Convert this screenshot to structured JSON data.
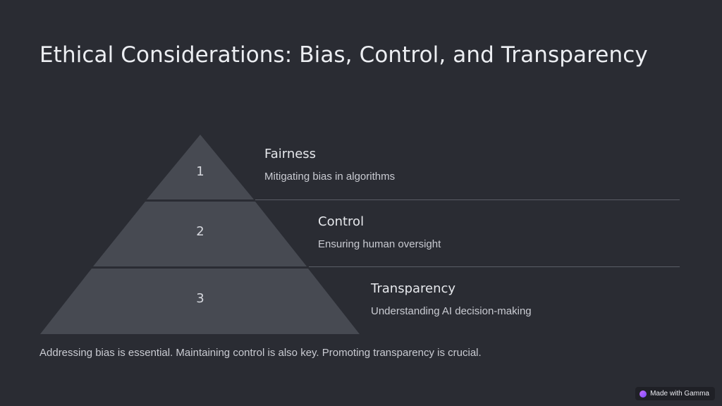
{
  "slide": {
    "title": "Ethical Considerations: Bias, Control, and Transparency",
    "tiers": [
      {
        "number": "1",
        "heading": "Fairness",
        "description": "Mitigating bias in algorithms"
      },
      {
        "number": "2",
        "heading": "Control",
        "description": "Ensuring human oversight"
      },
      {
        "number": "3",
        "heading": "Transparency",
        "description": "Understanding AI decision-making"
      }
    ],
    "summary": "Addressing bias is essential. Maintaining control is also key. Promoting transparency is crucial.",
    "colors": {
      "background": "#2a2c33",
      "tier_fill": "#474a52",
      "divider": "#5a5d66"
    }
  },
  "badge": {
    "label": "Made with Gamma",
    "icon": "gamma-logo-icon"
  }
}
